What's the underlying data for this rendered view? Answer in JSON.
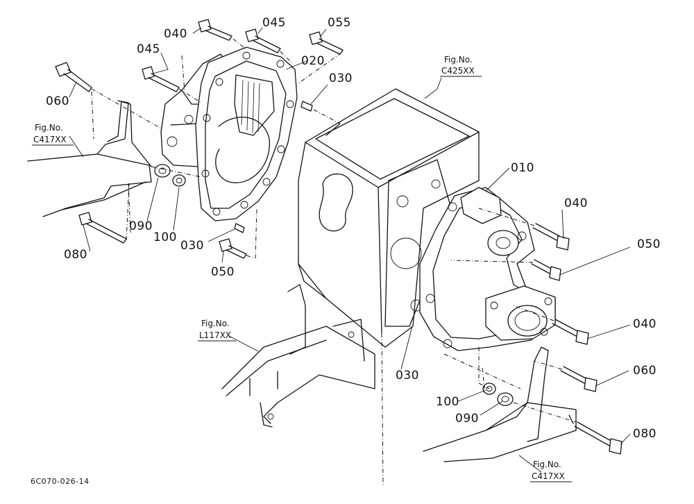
{
  "figure_code": "6C070-026-14",
  "fig_refs": {
    "c425": {
      "title": "Fig.No.",
      "code": "C425XX"
    },
    "c417_left": {
      "title": "Fig.No.",
      "code": "C417XX"
    },
    "l117": {
      "title": "Fig.No.",
      "code": "L117XX"
    },
    "c417_right": {
      "title": "Fig.No.",
      "code": "C417XX"
    }
  },
  "labels": {
    "p040_top": "040",
    "p045_top": "045",
    "p055": "055",
    "p045_left": "045",
    "p020": "020",
    "p030_top": "030",
    "p060_left": "060",
    "p090_left": "090",
    "p100_left": "100",
    "p030_left": "030",
    "p050_left": "050",
    "p080_left": "080",
    "p010": "010",
    "p040_right1": "040",
    "p050_right": "050",
    "p040_right2": "040",
    "p060_right": "060",
    "p030_mid": "030",
    "p100_right": "100",
    "p090_right": "090",
    "p080_right": "080"
  }
}
